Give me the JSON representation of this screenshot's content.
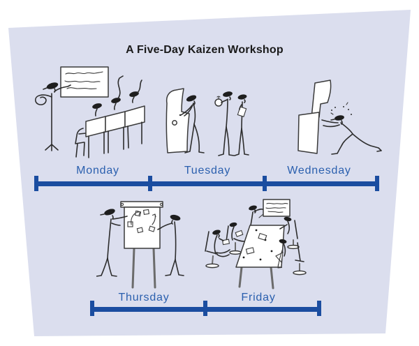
{
  "title": "A Five-Day Kaizen Workshop",
  "colors": {
    "page_background": "#ffffff",
    "panel_background": "#dbdeee",
    "timeline_bar": "#1b4da0",
    "day_label_text": "#2a5fae",
    "title_text": "#1a1a1a",
    "illustration_ink": "#2d2d2d"
  },
  "timelines": [
    {
      "days": [
        {
          "label": "Monday"
        },
        {
          "label": "Tuesday"
        },
        {
          "label": "Wednesday"
        }
      ]
    },
    {
      "days": [
        {
          "label": "Thursday"
        },
        {
          "label": "Friday"
        }
      ]
    }
  ],
  "scenes": {
    "monday": {
      "description": "Facilitator presenting at a whiteboard to seated participants raising their hands"
    },
    "tuesday": {
      "description": "Participants observing a machine and timing work with a stopwatch"
    },
    "wednesday": {
      "description": "Participant working hands-on to improve a machine, sweating with effort"
    },
    "thursday": {
      "description": "Two participants mapping ideas with sticky notes and arrows on a flipchart"
    },
    "friday": {
      "description": "Team seated around a conference table while one member presents results on a chart"
    }
  }
}
